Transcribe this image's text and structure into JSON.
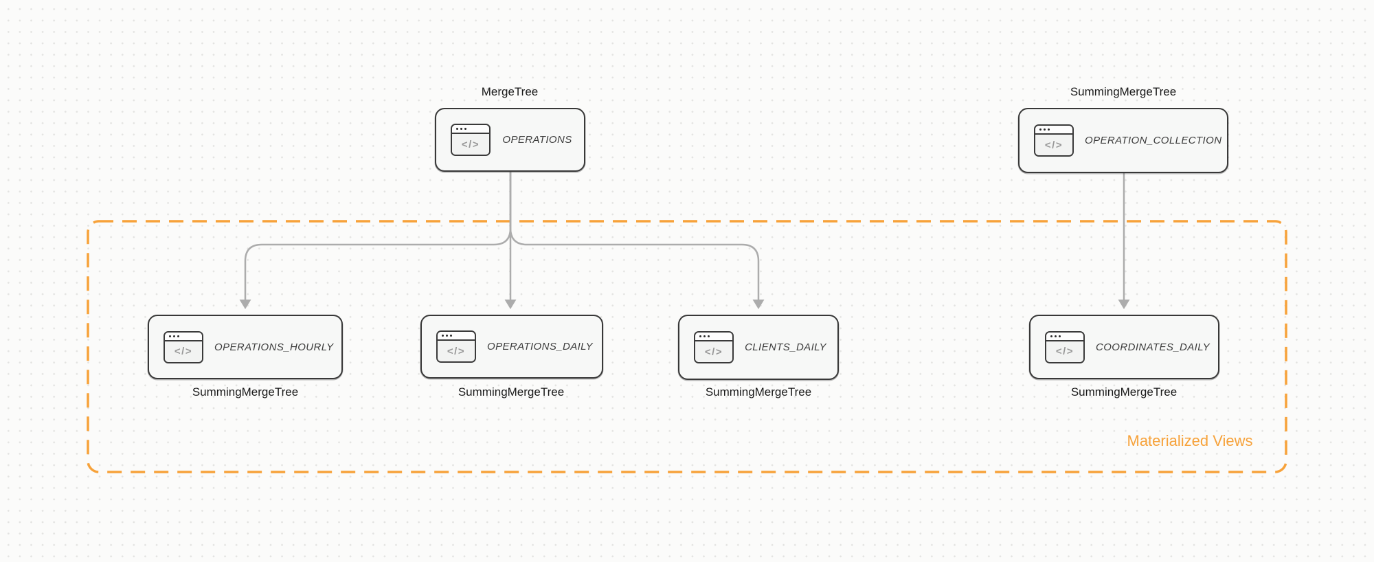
{
  "diagram": {
    "nodes": [
      {
        "id": "operations",
        "title": "OPERATIONS",
        "engine": "MergeTree",
        "engine_position": "top"
      },
      {
        "id": "operation-collection",
        "title": "OPERATION_COLLECTION",
        "engine": "SummingMergeTree",
        "engine_position": "top"
      },
      {
        "id": "operations-hourly",
        "title": "OPERATIONS_HOURLY",
        "engine": "SummingMergeTree",
        "engine_position": "bottom"
      },
      {
        "id": "operations-daily",
        "title": "OPERATIONS_DAILY",
        "engine": "SummingMergeTree",
        "engine_position": "bottom"
      },
      {
        "id": "clients-daily",
        "title": "CLIENTS_DAILY",
        "engine": "SummingMergeTree",
        "engine_position": "bottom"
      },
      {
        "id": "coordinates-daily",
        "title": "COORDINATES_DAILY",
        "engine": "SummingMergeTree",
        "engine_position": "bottom"
      }
    ],
    "edges": [
      {
        "from": "operations",
        "to": "operations-hourly"
      },
      {
        "from": "operations",
        "to": "operations-daily"
      },
      {
        "from": "operations",
        "to": "clients-daily"
      },
      {
        "from": "operation-collection",
        "to": "coordinates-daily"
      }
    ],
    "group": {
      "label": "Materialized Views"
    },
    "icon_glyph": "</>",
    "colors": {
      "accent_orange": "#F7A23A",
      "edge_gray": "#ACACAC",
      "node_border": "#383838",
      "node_fill": "#F7F8F7"
    }
  }
}
